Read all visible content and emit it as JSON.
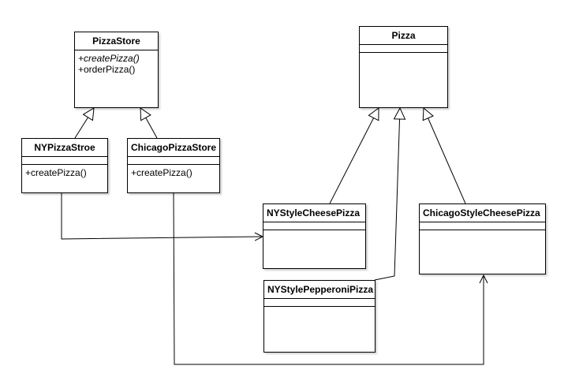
{
  "classes": {
    "pizza_store": {
      "name": "PizzaStore",
      "operations": [
        {
          "text": "+createPizza()",
          "abstract": true
        },
        {
          "text": "+orderPizza()",
          "abstract": false
        }
      ]
    },
    "ny_pizza_store": {
      "name": "NYPizzaStroe",
      "operations": [
        {
          "text": "+createPizza()",
          "abstract": false
        }
      ]
    },
    "chicago_pizza_store": {
      "name": "ChicagoPizzaStore",
      "operations": [
        {
          "text": "+createPizza()",
          "abstract": false
        }
      ]
    },
    "pizza": {
      "name": "Pizza"
    },
    "ny_style_cheese_pizza": {
      "name": "NYStyleCheesePizza"
    },
    "chicago_style_cheese_pizza": {
      "name": "ChicagoStyleCheesePizza"
    },
    "ny_style_pepperoni_pizza": {
      "name": "NYStylePepperoniPizza"
    }
  },
  "relations": [
    {
      "type": "generalization",
      "from": "ny_pizza_store",
      "to": "pizza_store"
    },
    {
      "type": "generalization",
      "from": "chicago_pizza_store",
      "to": "pizza_store"
    },
    {
      "type": "generalization",
      "from": "ny_style_cheese_pizza",
      "to": "pizza"
    },
    {
      "type": "generalization",
      "from": "ny_style_pepperoni_pizza",
      "to": "pizza"
    },
    {
      "type": "generalization",
      "from": "chicago_style_cheese_pizza",
      "to": "pizza"
    },
    {
      "type": "dependency",
      "from": "ny_pizza_store",
      "to": "ny_style_cheese_pizza"
    },
    {
      "type": "dependency",
      "from": "chicago_pizza_store",
      "to": "chicago_style_cheese_pizza"
    }
  ],
  "colors": {
    "line": "#000000",
    "box_fill": "#ffffff"
  }
}
